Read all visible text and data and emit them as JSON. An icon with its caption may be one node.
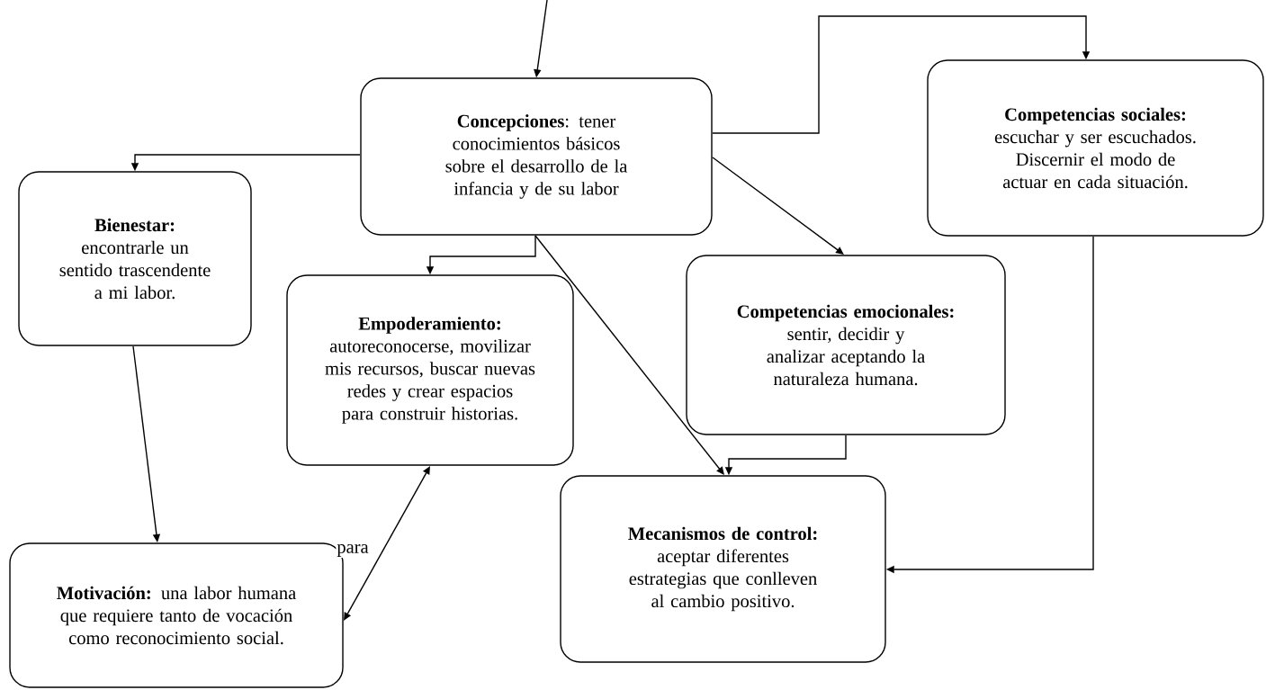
{
  "diagram": {
    "nodes": [
      {
        "text": [
          "**Concepciones**: tener conocimientos básicos sobre el desarrollo de la infancia y de su labor"
        ]
      },
      {
        "text": [
          "**Competencias sociales:** escuchar y ser escuchados. Discernir el modo de actuar en cada situación."
        ]
      },
      {
        "text": [
          "**Bienestar:** encontrarle un sentido trascendente a mi labor."
        ]
      },
      {
        "text": [
          "**Empoderamiento:** autoreconocerse, movilizar mis recursos, buscar nuevas redes y crear espacios para construir historias."
        ]
      },
      {
        "text": [
          "**Competencias emocionales:** sentir, decidir y analizar aceptando la naturaleza humana."
        ]
      },
      {
        "text": [
          "**Motivación:** una labor humana que requiere tanto de vocación como reconocimiento social."
        ]
      },
      {
        "text": [
          "**Mecanismos de control:** aceptar diferentes estrategias que conlleven al cambio positivo."
        ]
      }
    ],
    "edges": [
      {
        "from": null,
        "to": 0,
        "arrow": "to"
      },
      {
        "from": 0,
        "to": 2,
        "arrow": "to"
      },
      {
        "from": 0,
        "to": 1,
        "arrow": "to"
      },
      {
        "from": 0,
        "to": 3,
        "arrow": "to"
      },
      {
        "from": 0,
        "to": 4,
        "arrow": "to"
      },
      {
        "from": 0,
        "to": 6,
        "arrow": "to"
      },
      {
        "from": 4,
        "to": 6,
        "arrow": "to"
      },
      {
        "from": 1,
        "to": 6,
        "arrow": "to"
      },
      {
        "from": 2,
        "to": 5,
        "arrow": "to"
      },
      {
        "from": 3,
        "to": 5,
        "arrow": "both",
        "label": "para"
      }
    ]
  }
}
